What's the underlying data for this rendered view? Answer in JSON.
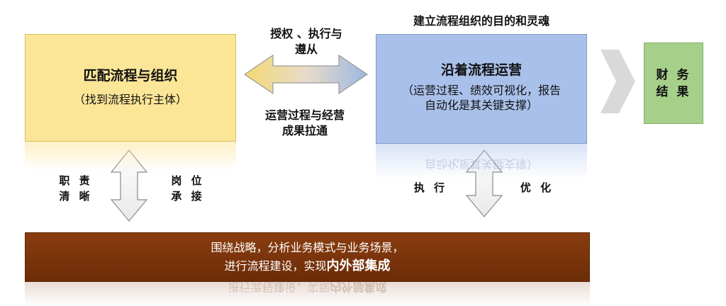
{
  "purpose_title": "建立流程组织的目的和灵魂",
  "left_box": {
    "title": "匹配流程与组织",
    "subtitle": "（找到流程执行主体）"
  },
  "right_box": {
    "title": "沿着流程运营",
    "subtitle_line1": "（运营过程、绩效可视化，报告",
    "subtitle_line2": "自动化是其关键支撑）"
  },
  "center_top_label_line1": "授权 、执行与",
  "center_top_label_line2": "遵从",
  "center_bottom_label_line1": "运营过程与经营",
  "center_bottom_label_line2": "成果拉通",
  "finance_box": {
    "line1": "财 务",
    "line2": "结 果"
  },
  "left_arrow_labels": {
    "left_line1": "职 责",
    "left_line2": "清 晰",
    "right_line1": "岗 位",
    "right_line2": "承 接"
  },
  "right_arrow_labels": {
    "left": "执 行",
    "right": "优 化"
  },
  "bottom_bar": {
    "line1": "围绕战略，分析业务模式与业务场景，",
    "line2_plain": "进行流程建设，实现",
    "line2_bold": "内外部集成"
  },
  "colors": {
    "left_box": "#fbe597",
    "right_box": "#a9c1ea",
    "finance_box": "#a6d08a",
    "bottom_bar": "#7a3309",
    "chevron": "#d9d9d9"
  }
}
